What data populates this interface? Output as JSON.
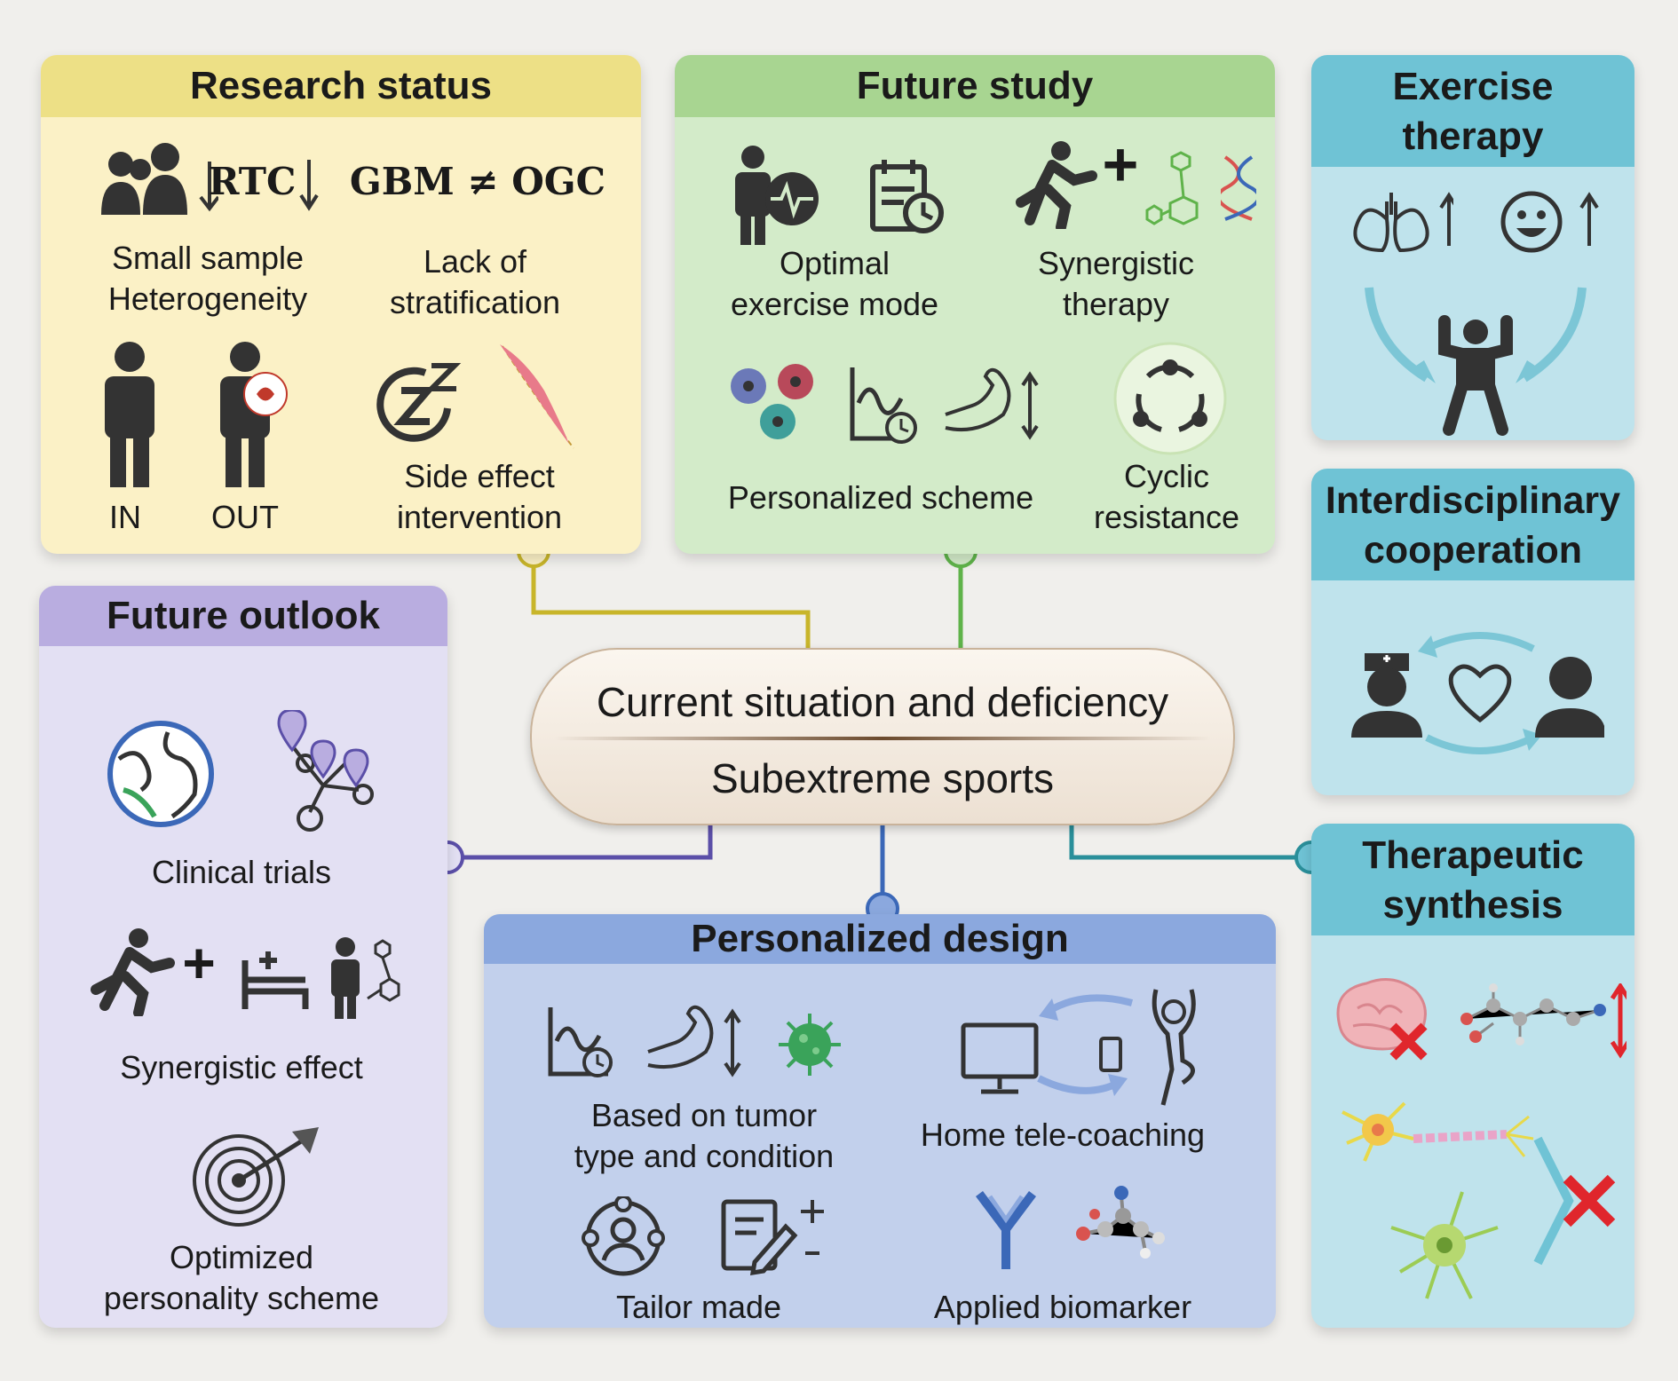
{
  "center": {
    "line1": "Current situation and deficiency",
    "line2": "Subextreme sports"
  },
  "research_status": {
    "title": "Research status",
    "rtc": "RTC",
    "gbm_ogc": "GBM ≠ OGC",
    "small_sample": "Small sample",
    "heterogeneity": "Heterogeneity",
    "lack_of": "Lack of",
    "stratification": "stratification",
    "in_label": "IN",
    "out_label": "OUT",
    "side_effect": "Side effect",
    "intervention": "intervention"
  },
  "future_study": {
    "title": "Future study",
    "optimal": "Optimal",
    "exercise_mode": "exercise mode",
    "synergistic": "Synergistic",
    "therapy": "therapy",
    "personalized_scheme": "Personalized scheme",
    "cyclic": "Cyclic",
    "resistance": "resistance"
  },
  "exercise_therapy": {
    "title_line1": "Exercise",
    "title_line2": "therapy"
  },
  "interdisciplinary": {
    "title_line1": "Interdisciplinary",
    "title_line2": "cooperation"
  },
  "therapeutic_synthesis": {
    "title_line1": "Therapeutic",
    "title_line2": "synthesis"
  },
  "future_outlook": {
    "title": "Future outlook",
    "clinical_trials": "Clinical trials",
    "synergistic_effect": "Synergistic effect",
    "optimized": "Optimized",
    "personality_scheme": "personality scheme"
  },
  "personalized_design": {
    "title": "Personalized design",
    "based_on_tumor": "Based on tumor",
    "type_and_condition": "type and condition",
    "home_tele": "Home tele-coaching",
    "tailor_made": "Tailor made",
    "applied_biomarker": "Applied biomarker"
  },
  "colors": {
    "yellow_accent": "#c8b52a",
    "green_accent": "#5fb34a",
    "purple_accent": "#5b4fa8",
    "blue_accent": "#3b68b8",
    "teal_accent": "#2a8f9a",
    "icon_dark": "#333333"
  }
}
